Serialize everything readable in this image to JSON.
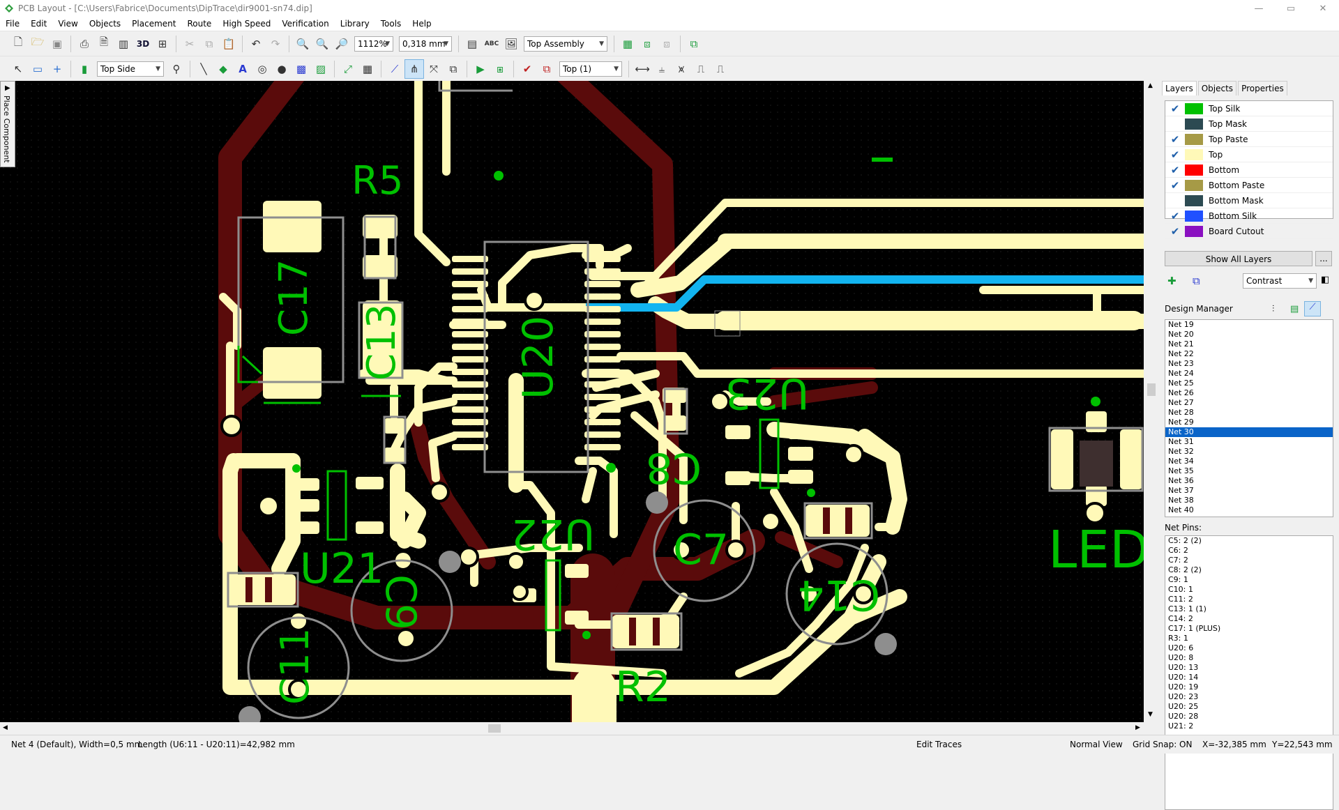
{
  "window": {
    "title": "PCB Layout - [C:\\Users\\Fabrice\\Documents\\DipTrace\\dir9001-sn74.dip]",
    "controls": [
      "—",
      "▭",
      "✕"
    ]
  },
  "menu": [
    "File",
    "Edit",
    "View",
    "Objects",
    "Placement",
    "Route",
    "High Speed",
    "Verification",
    "Library",
    "Tools",
    "Help"
  ],
  "toolbar": {
    "zoom": "1112%",
    "width": "0,318 mm",
    "assembly": "Top Assembly",
    "side": "Top Side",
    "layer": "Top (1)",
    "label_3d": "3D",
    "label_abc": "ABC"
  },
  "left_tab": "Place Component",
  "layers_panel": {
    "tabs": [
      "Layers",
      "Objects",
      "Properties"
    ],
    "layers": [
      {
        "name": "Top Silk",
        "color": "#00c000",
        "checked": "✔"
      },
      {
        "name": "Top Mask",
        "color": "#2c4a52",
        "checked": ""
      },
      {
        "name": "Top Paste",
        "color": "#a69a46",
        "checked": "✔"
      },
      {
        "name": "Top",
        "color": "#fff9b8",
        "checked": "✔"
      },
      {
        "name": "Bottom",
        "color": "#ff0000",
        "checked": "✔"
      },
      {
        "name": "Bottom Paste",
        "color": "#a69a46",
        "checked": "✔"
      },
      {
        "name": "Bottom Mask",
        "color": "#2c4a52",
        "checked": ""
      },
      {
        "name": "Bottom Silk",
        "color": "#2050ff",
        "checked": "✔"
      },
      {
        "name": "Board Cutout",
        "color": "#8a10c0",
        "checked": "✔"
      }
    ],
    "show_all": "Show All Layers",
    "dots": "...",
    "contrast": "Contrast"
  },
  "design_manager": {
    "label": "Design Manager",
    "nets": [
      "Net 19",
      "Net 20",
      "Net 21",
      "Net 22",
      "Net 23",
      "Net 24",
      "Net 25",
      "Net 26",
      "Net 27",
      "Net 28",
      "Net 29",
      "Net 30",
      "Net 31",
      "Net 32",
      "Net 34",
      "Net 35",
      "Net 36",
      "Net 37",
      "Net 38",
      "Net 40"
    ],
    "selected": "Net 30",
    "net_pins_label": "Net Pins:",
    "net_pins": [
      "C5: 2 (2)",
      "C6: 2",
      "C7: 2",
      "C8: 2 (2)",
      "C9: 1",
      "C10: 1",
      "C11: 2",
      "C13: 1 (1)",
      "C14: 2",
      "C17: 1 (PLUS)",
      "R3: 1",
      "U20: 6",
      "U20: 8",
      "U20: 13",
      "U20: 14",
      "U20: 19",
      "U20: 23",
      "U20: 25",
      "U20: 28",
      "U21: 2"
    ]
  },
  "pcb": {
    "labels": {
      "r5": "R5",
      "c17": "C17",
      "c13": "C13",
      "u20": "U20",
      "u23": "U23",
      "c8": "C8",
      "u21": "U21",
      "u22": "U22",
      "c7": "C7",
      "c9": "C9",
      "c14": "C14",
      "c11": "C11",
      "r2": "R2",
      "led": "LED"
    }
  },
  "status": {
    "net": "Net 4 (Default), Width=0,5 mm",
    "length": "Length (U6:11 - U20:11)=42,982 mm",
    "mode": "Edit Traces",
    "view": "Normal View",
    "grid": "Grid Snap: ON",
    "x": "X=-32,385 mm",
    "y": "Y=22,543 mm"
  }
}
